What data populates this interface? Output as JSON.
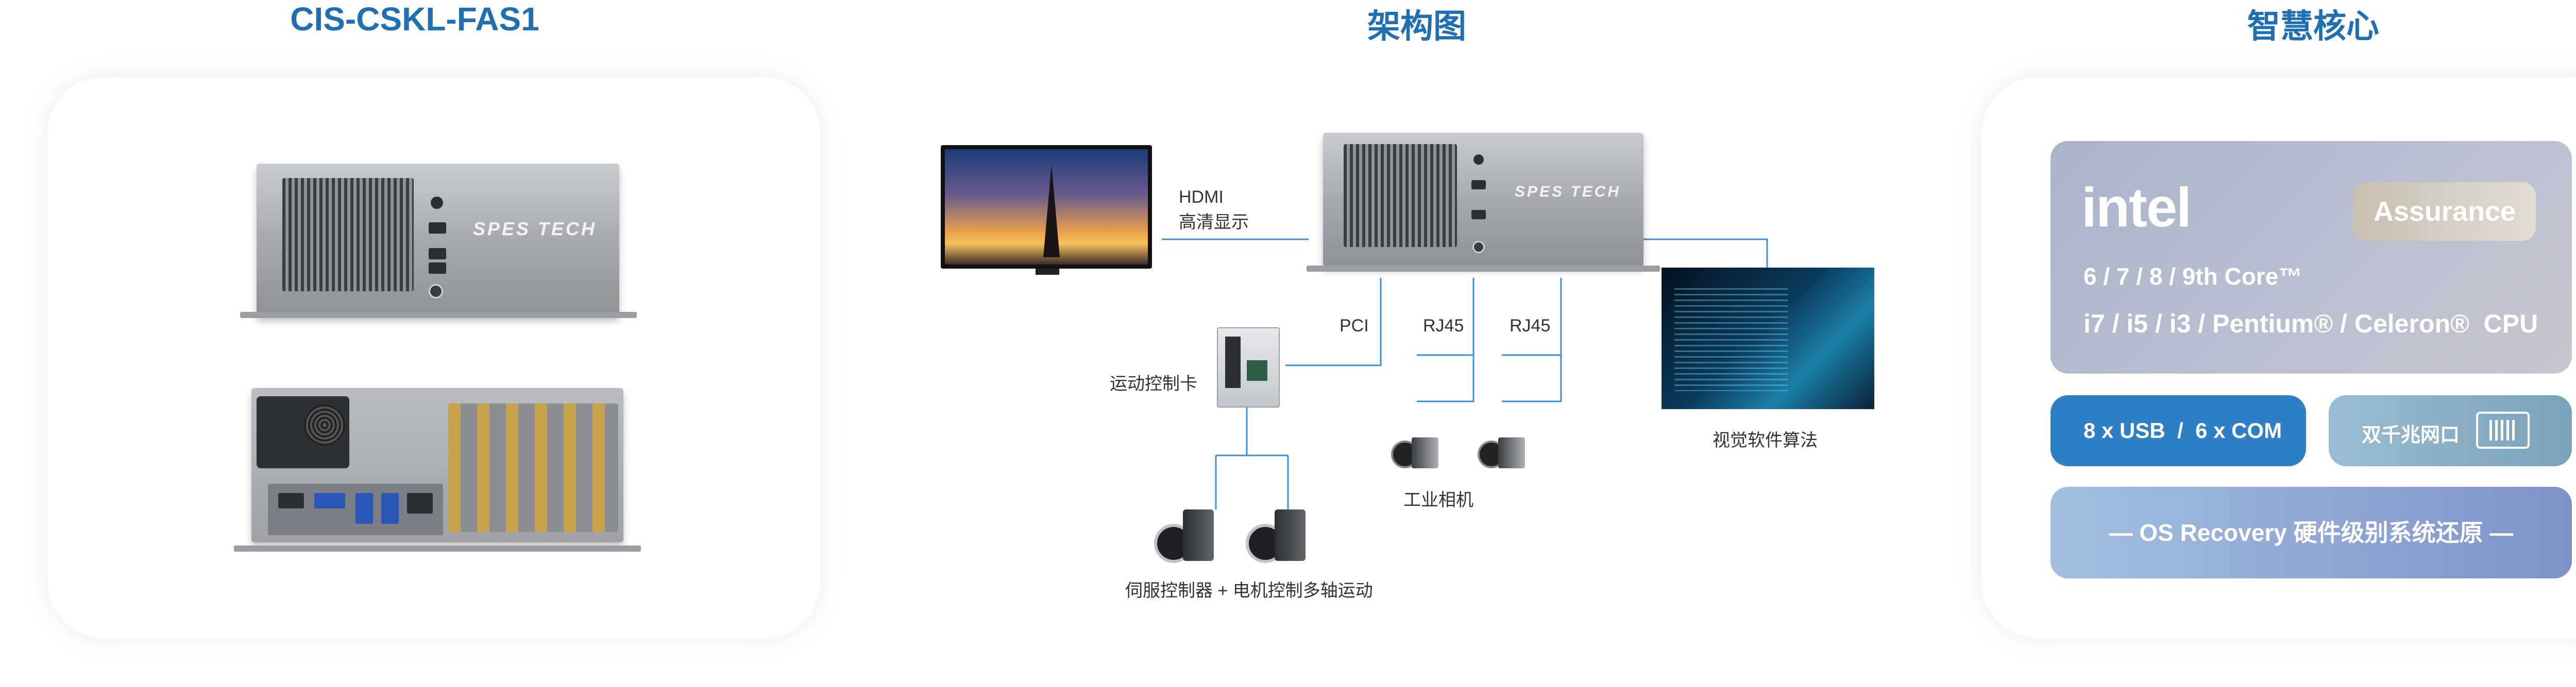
{
  "titles": {
    "left": "CIS-CSKL-FAS1",
    "middle": "架构图",
    "right": "智慧核心"
  },
  "left_panel": {
    "front_brand": "SPES TECH"
  },
  "diagram": {
    "device_brand": "SPES TECH",
    "hdmi_line1": "HDMI",
    "hdmi_line2": "高清显示",
    "pci": "PCI",
    "rj45_a": "RJ45",
    "rj45_b": "RJ45",
    "motion_card": "运动控制卡",
    "camera": "工业相机",
    "vision": "视觉软件算法",
    "servo": "伺服控制器 + 电机控制多轴运动"
  },
  "right_panel": {
    "intel_logo": "intel",
    "assurance": "Assurance",
    "core_line1": "6 / 7 / 8 / 9th Core™",
    "core_line2": "i7 / i5 / i3 / Pentium® / Celeron®  CPU",
    "usb_com": "8 x USB  /  6 x COM",
    "gigabit": "双千兆网口",
    "recovery": "— OS Recovery 硬件级别系统还原 —"
  },
  "colors": {
    "title_blue": "#1f6fb5",
    "connector_line": "#3d8fd0",
    "usb_pill": "#2f7fc7",
    "gigabit_pill": "#7fa8c0",
    "recovery_pill": "#8fa3d2"
  }
}
